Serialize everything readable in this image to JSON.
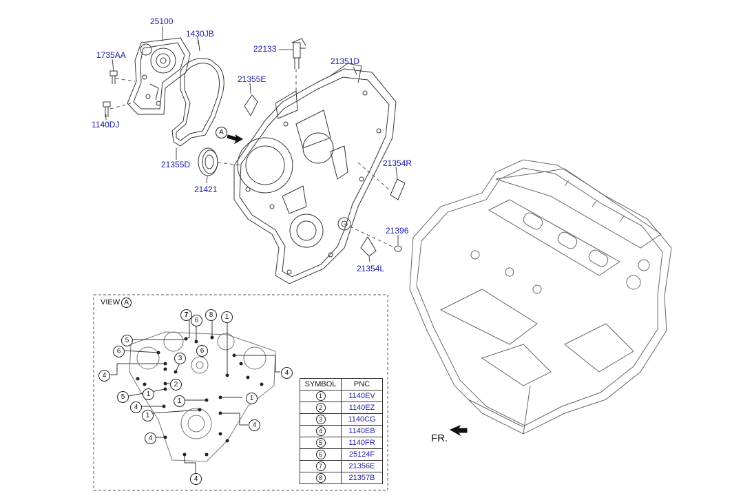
{
  "parts": {
    "p25100": "25100",
    "p1430JB": "1430JB",
    "p1735AA": "1735AA",
    "p1140DJ": "1140DJ",
    "p22133": "22133",
    "p21351D": "21351D",
    "p21355E": "21355E",
    "p21355D": "21355D",
    "p21421": "21421",
    "p21354R": "21354R",
    "p21396": "21396",
    "p21354L": "21354L"
  },
  "view": {
    "label": "VIEW",
    "marker": "A"
  },
  "front_marker": "A",
  "fr_label": "FR.",
  "callouts": {
    "c7": "7",
    "c6a": "6",
    "c8": "8",
    "c1a": "1",
    "c5a": "5",
    "c6b": "6",
    "c6c": "6",
    "c3": "3",
    "c4a": "4",
    "c4b": "4",
    "c2": "2",
    "c1b": "1",
    "c5b": "5",
    "c1c": "1",
    "c1d": "1",
    "c4c": "4",
    "c1e": "1",
    "c4d": "4",
    "c4e": "4",
    "c4f": "4"
  },
  "legend": {
    "header_symbol": "SYMBOL",
    "header_pnc": "PNC",
    "rows": [
      {
        "symbol": "1",
        "pnc": "1140EV"
      },
      {
        "symbol": "2",
        "pnc": "1140EZ"
      },
      {
        "symbol": "3",
        "pnc": "1140CG"
      },
      {
        "symbol": "4",
        "pnc": "1140EB"
      },
      {
        "symbol": "5",
        "pnc": "1140FR"
      },
      {
        "symbol": "6",
        "pnc": "25124F"
      },
      {
        "symbol": "7",
        "pnc": "21356E"
      },
      {
        "symbol": "8",
        "pnc": "21357B"
      }
    ]
  }
}
